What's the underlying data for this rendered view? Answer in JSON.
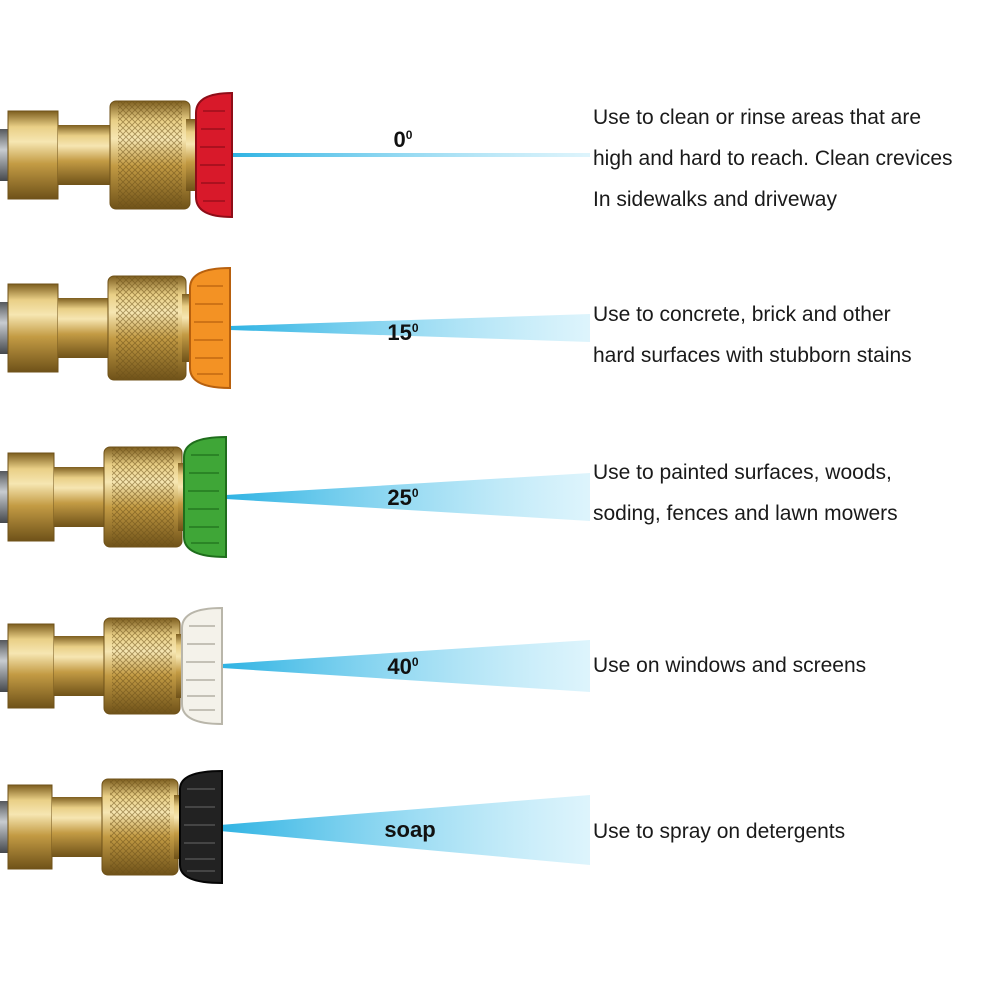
{
  "nozzles": [
    {
      "angle": "0",
      "degree_mark": "0",
      "tip_color": "#d8192a",
      "tip_shadow": "#8e0d18",
      "description": [
        "Use to clean or rinse areas that are",
        "high and hard to reach. Clean crevices",
        "In sidewalks and driveway"
      ]
    },
    {
      "angle": "15",
      "degree_mark": "0",
      "tip_color": "#f39224",
      "tip_shadow": "#b7600e",
      "description": [
        "Use to concrete, brick and other",
        "hard surfaces with stubborn stains"
      ]
    },
    {
      "angle": "25",
      "degree_mark": "0",
      "tip_color": "#3fa637",
      "tip_shadow": "#1f6e1c",
      "description": [
        "Use to painted surfaces, woods,",
        "soding, fences and lawn mowers"
      ]
    },
    {
      "angle": "40",
      "degree_mark": "0",
      "tip_color": "#f4f2ea",
      "tip_shadow": "#b9b6aa",
      "description": [
        "Use on windows and screens"
      ]
    },
    {
      "angle": "soap",
      "degree_mark": "",
      "tip_color": "#222222",
      "tip_shadow": "#050505",
      "description": [
        "Use to spray on detergents"
      ]
    }
  ],
  "colors": {
    "spray": "#36b9e6",
    "brass": "#c9a44f",
    "brass_dark": "#8a6a26",
    "brass_light": "#f1dc9c",
    "steel": "#7b7f84"
  }
}
